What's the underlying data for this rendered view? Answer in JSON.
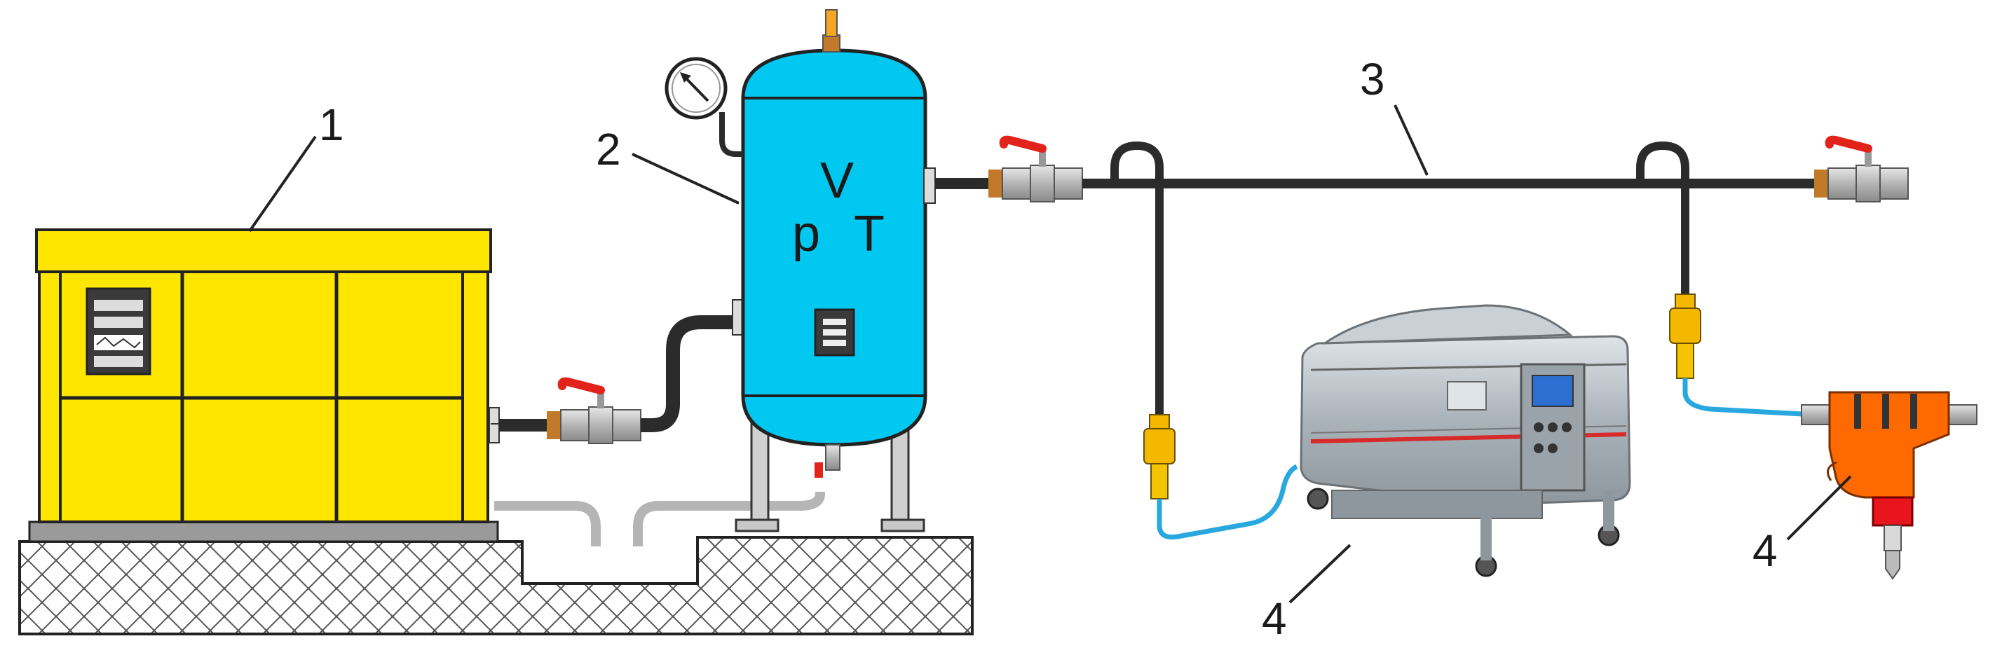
{
  "labels": {
    "compressor": "1",
    "receiver": "2",
    "pipeline": "3",
    "consumer_machine": "4",
    "consumer_tool": "4"
  },
  "receiver_symbols": {
    "volume": "V",
    "pressure": "p",
    "temperature": "T"
  },
  "colors": {
    "compressor_body": "#ffe600",
    "receiver_body": "#00c8f0",
    "pipe": "#2b2b2b",
    "hose": "#29a8e0",
    "coupling": "#f5b800",
    "valve_handle": "#e2231a",
    "tool_body": "#ff6a00",
    "tool_chuck": "#e8141e",
    "machine_body": "#b8bfc6",
    "foundation_hatch": "#555555"
  }
}
